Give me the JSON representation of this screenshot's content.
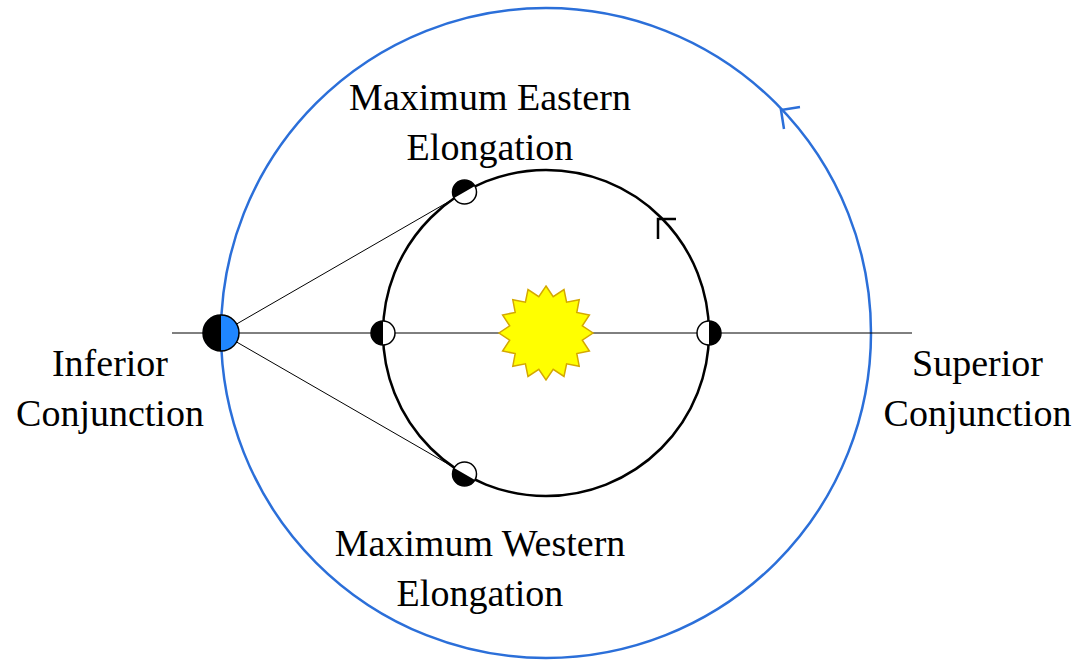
{
  "diagram": {
    "labels": [
      "Maximum Eastern Elongation",
      "Inferior Conjunction",
      "Superior Conjunction",
      "Maximum Western Elongation"
    ]
  }
}
